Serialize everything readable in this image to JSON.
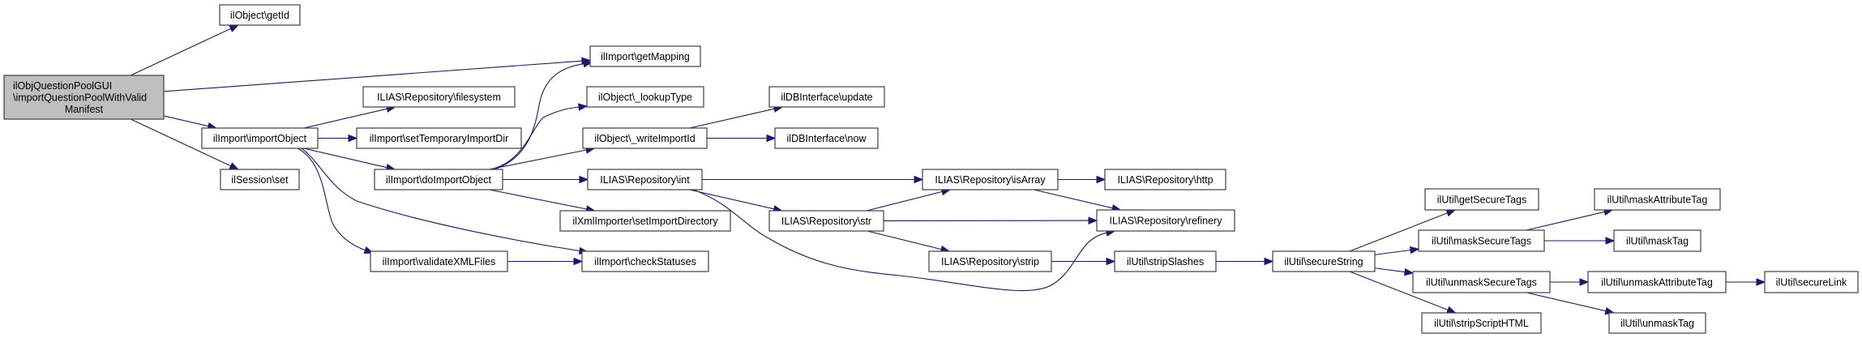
{
  "graph": {
    "type": "call-graph",
    "colors": {
      "edge": "#191970",
      "node_border": "#404040",
      "root_fill": "#bfbfbf",
      "node_fill": "#ffffff"
    },
    "root": "root",
    "nodes": [
      {
        "id": "root",
        "lines": [
          "ilObjQuestionPoolGUI",
          "\\importQuestionPoolWithValid",
          "Manifest"
        ]
      },
      {
        "id": "getId",
        "lines": [
          "ilObject\\getId"
        ]
      },
      {
        "id": "getMapping",
        "lines": [
          "ilImport\\getMapping"
        ]
      },
      {
        "id": "importObject",
        "lines": [
          "ilImport\\importObject"
        ]
      },
      {
        "id": "sessionSet",
        "lines": [
          "ilSession\\set"
        ]
      },
      {
        "id": "filesystem",
        "lines": [
          "ILIAS\\Repository\\filesystem"
        ]
      },
      {
        "id": "setTemporaryImportDir",
        "lines": [
          "ilImport\\setTemporaryImportDir"
        ]
      },
      {
        "id": "doImportObject",
        "lines": [
          "ilImport\\doImportObject"
        ]
      },
      {
        "id": "validateXMLFiles",
        "lines": [
          "ilImport\\validateXMLFiles"
        ]
      },
      {
        "id": "lookupType",
        "lines": [
          "ilObject\\_lookupType"
        ]
      },
      {
        "id": "writeImportId",
        "lines": [
          "ilObject\\_writeImportId"
        ]
      },
      {
        "id": "int",
        "lines": [
          "ILIAS\\Repository\\int"
        ]
      },
      {
        "id": "setImportDirectory",
        "lines": [
          "ilXmlImporter\\setImportDirectory"
        ]
      },
      {
        "id": "checkStatuses",
        "lines": [
          "ilImport\\checkStatuses"
        ]
      },
      {
        "id": "dbUpdate",
        "lines": [
          "ilDBInterface\\update"
        ]
      },
      {
        "id": "dbNow",
        "lines": [
          "ilDBInterface\\now"
        ]
      },
      {
        "id": "isArray",
        "lines": [
          "ILIAS\\Repository\\isArray"
        ]
      },
      {
        "id": "str",
        "lines": [
          "ILIAS\\Repository\\str"
        ]
      },
      {
        "id": "strip",
        "lines": [
          "ILIAS\\Repository\\strip"
        ]
      },
      {
        "id": "http",
        "lines": [
          "ILIAS\\Repository\\http"
        ]
      },
      {
        "id": "refinery",
        "lines": [
          "ILIAS\\Repository\\refinery"
        ]
      },
      {
        "id": "stripSlashes",
        "lines": [
          "ilUtil\\stripSlashes"
        ]
      },
      {
        "id": "secureString",
        "lines": [
          "ilUtil\\secureString"
        ]
      },
      {
        "id": "getSecureTags",
        "lines": [
          "ilUtil\\getSecureTags"
        ]
      },
      {
        "id": "maskSecureTags",
        "lines": [
          "ilUtil\\maskSecureTags"
        ]
      },
      {
        "id": "unmaskSecureTags",
        "lines": [
          "ilUtil\\unmaskSecureTags"
        ]
      },
      {
        "id": "stripScriptHTML",
        "lines": [
          "ilUtil\\stripScriptHTML"
        ]
      },
      {
        "id": "maskAttributeTag",
        "lines": [
          "ilUtil\\maskAttributeTag"
        ]
      },
      {
        "id": "maskTag",
        "lines": [
          "ilUtil\\maskTag"
        ]
      },
      {
        "id": "unmaskAttributeTag",
        "lines": [
          "ilUtil\\unmaskAttributeTag"
        ]
      },
      {
        "id": "unmaskTag",
        "lines": [
          "ilUtil\\unmaskTag"
        ]
      },
      {
        "id": "secureLink",
        "lines": [
          "ilUtil\\secureLink"
        ]
      }
    ],
    "edges": [
      [
        "root",
        "getId"
      ],
      [
        "root",
        "getMapping"
      ],
      [
        "root",
        "importObject"
      ],
      [
        "root",
        "sessionSet"
      ],
      [
        "importObject",
        "filesystem"
      ],
      [
        "importObject",
        "setTemporaryImportDir"
      ],
      [
        "importObject",
        "doImportObject"
      ],
      [
        "importObject",
        "validateXMLFiles"
      ],
      [
        "importObject",
        "checkStatuses"
      ],
      [
        "doImportObject",
        "getMapping"
      ],
      [
        "doImportObject",
        "lookupType"
      ],
      [
        "doImportObject",
        "writeImportId"
      ],
      [
        "doImportObject",
        "int"
      ],
      [
        "doImportObject",
        "setImportDirectory"
      ],
      [
        "validateXMLFiles",
        "checkStatuses"
      ],
      [
        "writeImportId",
        "dbUpdate"
      ],
      [
        "writeImportId",
        "dbNow"
      ],
      [
        "int",
        "isArray"
      ],
      [
        "int",
        "str"
      ],
      [
        "int",
        "refinery"
      ],
      [
        "isArray",
        "http"
      ],
      [
        "isArray",
        "refinery"
      ],
      [
        "str",
        "isArray"
      ],
      [
        "str",
        "refinery"
      ],
      [
        "str",
        "strip"
      ],
      [
        "strip",
        "stripSlashes"
      ],
      [
        "stripSlashes",
        "secureString"
      ],
      [
        "secureString",
        "getSecureTags"
      ],
      [
        "secureString",
        "maskSecureTags"
      ],
      [
        "secureString",
        "unmaskSecureTags"
      ],
      [
        "secureString",
        "stripScriptHTML"
      ],
      [
        "maskSecureTags",
        "maskAttributeTag"
      ],
      [
        "maskSecureTags",
        "maskTag"
      ],
      [
        "unmaskSecureTags",
        "unmaskAttributeTag"
      ],
      [
        "unmaskSecureTags",
        "unmaskTag"
      ],
      [
        "unmaskAttributeTag",
        "secureLink"
      ]
    ]
  }
}
